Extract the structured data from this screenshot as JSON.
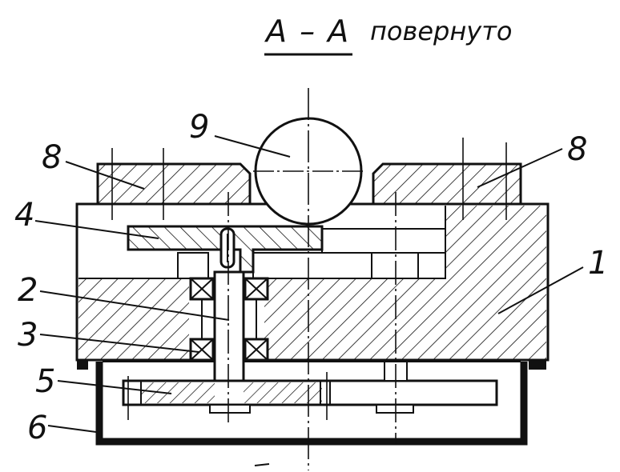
{
  "title": "А – А",
  "subtitle": "повернуто",
  "labels": {
    "l1": "1",
    "l2": "2",
    "l3": "3",
    "l4": "4",
    "l5": "5",
    "l6": "6",
    "l8_left": "8",
    "l8_right": "8",
    "l9": "9"
  }
}
